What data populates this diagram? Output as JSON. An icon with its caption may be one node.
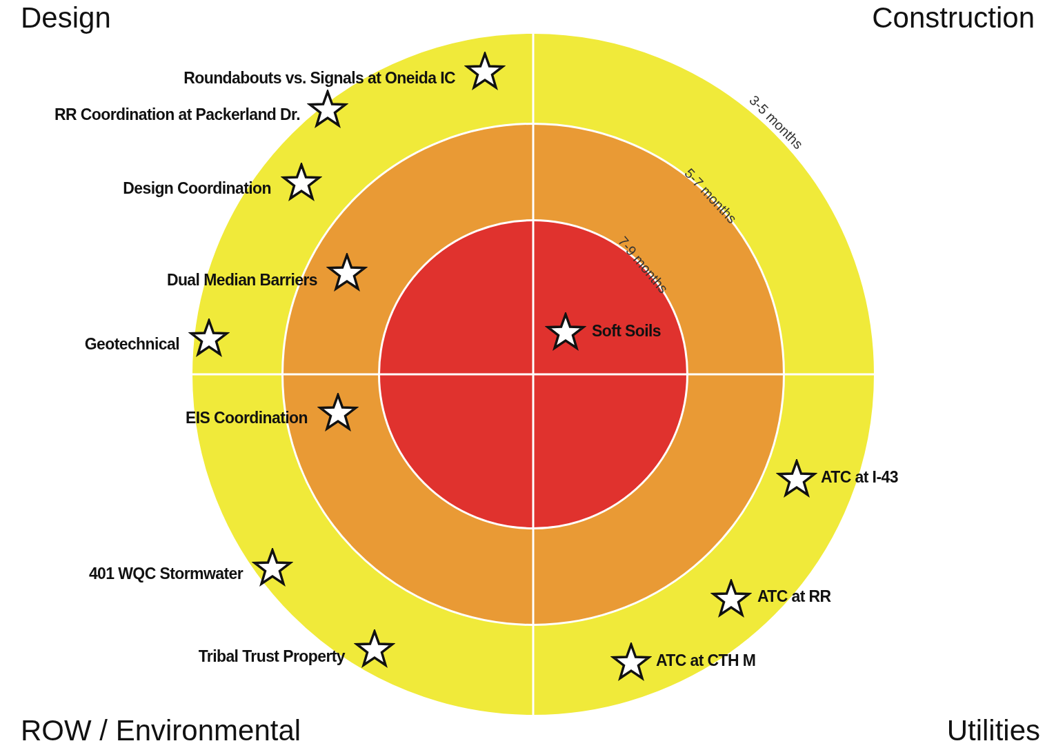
{
  "diagram": {
    "nodes": [
      {
        "text": [
          "3-5 months"
        ]
      },
      {
        "text": [
          "5-7 months"
        ],
        "in": 0
      },
      {
        "text": [
          "7-9 months"
        ],
        "in": 1
      }
    ],
    "labels": [
      "Design",
      "Construction",
      "Roundabouts vs. Signals at Oneida IC",
      "RR Coordination at Packerland Dr.",
      "Design Coordination",
      "Dual Median Barriers",
      "Geotechnical",
      "Soft Soils",
      "EIS Coordination",
      "ATC at I-43",
      "401 WQC Stormwater",
      "ATC at RR",
      "Tribal Trust Property",
      "ATC at CTH M",
      "ROW / Environmental",
      "Utilities"
    ]
  }
}
